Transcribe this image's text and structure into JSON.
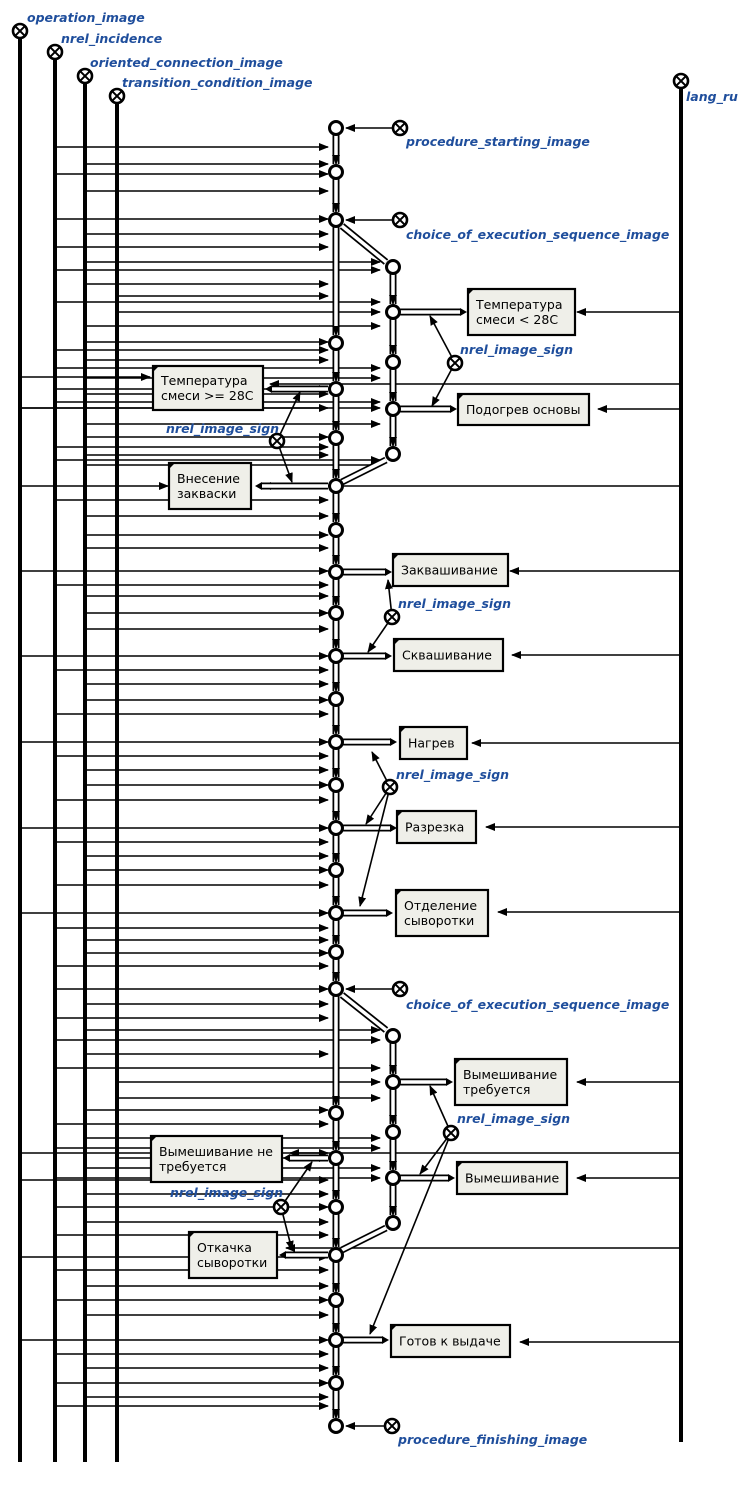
{
  "colors": {
    "label": "#1f4e9c",
    "box_fill": "#efefe9",
    "line": "#000000"
  },
  "rails": {
    "operation": "operation_image",
    "incidence": "nrel_incidence",
    "oriented": "oriented_connection_image",
    "transition": "transition_condition_image",
    "lang": "lang_ru"
  },
  "markers": {
    "start": "procedure_starting_image",
    "choice1": "choice_of_execution_sequence_image",
    "choice2": "choice_of_execution_sequence_image",
    "finish": "procedure_finishing_image"
  },
  "sign_labels": {
    "s1": "nrel_image_sign",
    "s2": "nrel_image_sign",
    "s3": "nrel_image_sign",
    "s4": "nrel_image_sign",
    "s5": "nrel_image_sign",
    "s6": "nrel_image_sign"
  },
  "boxes": {
    "temp_lt": [
      "Температура",
      "смеси < 28C"
    ],
    "temp_ge": [
      "Температура",
      "смеси >= 28C"
    ],
    "heat_base": [
      "Подогрев основы"
    ],
    "starter": [
      "Внесение",
      "закваски"
    ],
    "ferment": [
      "Заквашивание"
    ],
    "curdle": [
      "Сквашивание"
    ],
    "heat": [
      "Нагрев"
    ],
    "cut": [
      "Разрезка"
    ],
    "whey_sep": [
      "Отделение",
      "сыворотки"
    ],
    "mix_req": [
      "Вымешивание",
      "требуется"
    ],
    "mix_noreq": [
      "Вымешивание не",
      "требуется"
    ],
    "mix": [
      "Вымешивание"
    ],
    "pump": [
      "Откачка",
      "сыворотки"
    ],
    "ready": [
      "Готов к выдаче"
    ]
  }
}
